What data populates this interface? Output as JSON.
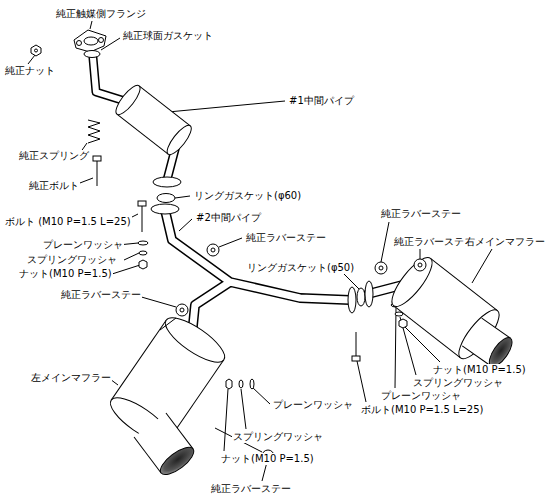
{
  "diagram": {
    "labels": [
      "純正触媒側フランジ",
      "純正球面ガスケット",
      "純正ナット",
      "#1中間パイプ",
      "純正スプリング",
      "純正ボルト",
      "リングガスケット(φ60)",
      "ボルト (M10 P=1.5 L=25)",
      "#2中間パイプ",
      "プレーンワッシャ",
      "スプリングワッシャ",
      "ナット(M10 P=1.5)",
      "純正ラバーステー",
      "純正ラバーステー",
      "純正ラバーステー",
      "右メインマフラー",
      "リングガスケット(φ50)",
      "純正ラバーステー",
      "ナット(M10 P=1.5)",
      "スプリングワッシャ",
      "プレーンワッシャ",
      "ボルト(M10 P=1.5 L=25)",
      "左メインマフラー",
      "プレーンワッシャ",
      "スプリングワッシャ",
      "ナット(M10 P=1.5)",
      "純正ラバーステー"
    ]
  }
}
